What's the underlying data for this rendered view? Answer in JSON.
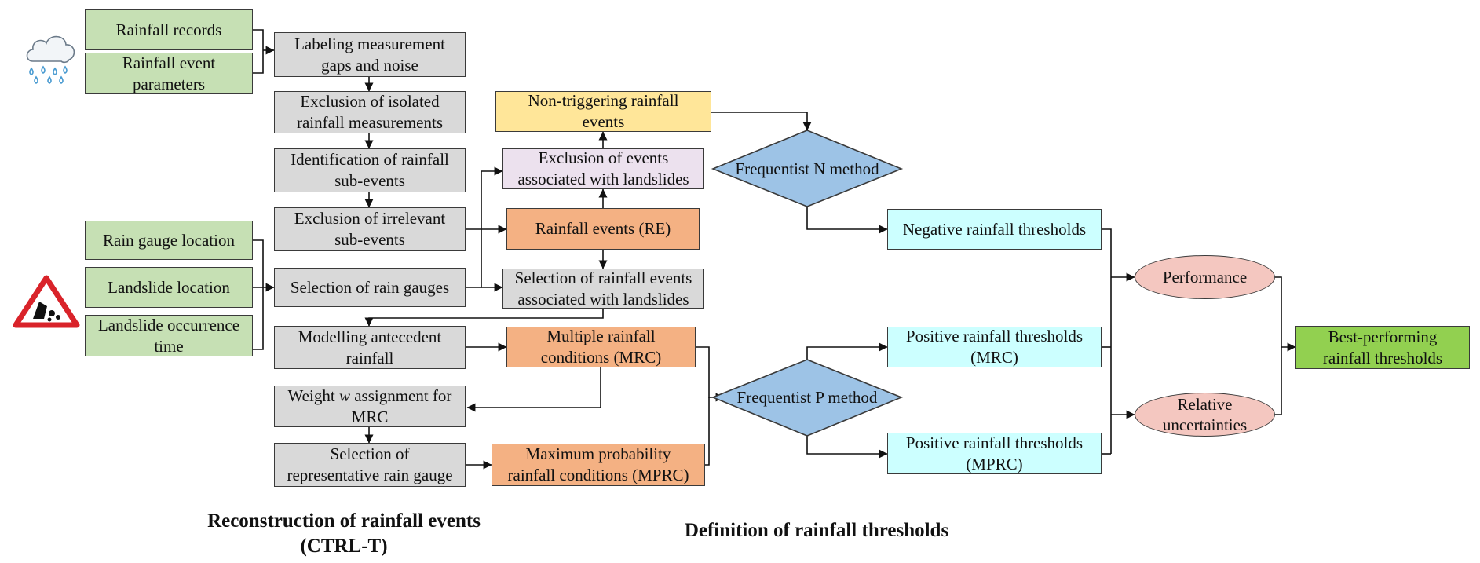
{
  "colors": {
    "input": "#c6e0b4",
    "process": "#d9d9d9",
    "result": "#f4b183",
    "non_triggering": "#ffe699",
    "exclusion": "#ece1ee",
    "threshold": "#ccffff",
    "best": "#92d050",
    "decision": "#9dc3e6",
    "evaluation": "#f4c7c0",
    "warning_sign": "#d9232a"
  },
  "icons": {
    "rain": "rain-cloud-icon",
    "landslide": "landslide-warning-icon"
  },
  "inputs": {
    "rainfall_records": "Rainfall records",
    "rainfall_event_parameters": "Rainfall event\nparameters",
    "rain_gauge_location": "Rain gauge location",
    "landslide_location": "Landslide location",
    "landslide_occurrence_time": "Landslide occurrence\ntime"
  },
  "reconstruction": {
    "labeling": "Labeling measurement\ngaps and noise",
    "exclusion_isolated": "Exclusion of isolated\nrainfall measurements",
    "identification": "Identification of rainfall\nsub-events",
    "exclusion_irrelevant": "Exclusion of irrelevant\nsub-events",
    "selection_gauges": "Selection of rain gauges",
    "modelling": "Modelling antecedent\nrainfall",
    "weight_prefix": "Weight ",
    "weight_var": "w",
    "weight_suffix": " assignment for\nMRC",
    "selection_representative": "Selection of\nrepresentative rain gauge",
    "non_triggering": "Non-triggering rainfall\nevents",
    "exclusion_landslide_events": "Exclusion of events\nassociated with landslides",
    "rainfall_events": "Rainfall events (RE)",
    "selection_landslide_events": "Selection of rainfall events\nassociated with landslides",
    "mrc": "Multiple rainfall\nconditions (MRC)",
    "mprc": "Maximum probability\nrainfall conditions (MPRC)"
  },
  "thresholds": {
    "freq_n": "Frequentist N method",
    "freq_p": "Frequentist P method",
    "negative": "Negative rainfall thresholds",
    "positive_mrc": "Positive rainfall thresholds\n(MRC)",
    "positive_mprc": "Positive rainfall thresholds\n(MPRC)",
    "performance": "Performance",
    "uncertainties": "Relative\nuncertainties",
    "best": "Best-performing\nrainfall thresholds"
  },
  "captions": {
    "reconstruction": "Reconstruction of rainfall events\n(CTRL-T)",
    "definition": "Definition of rainfall thresholds"
  }
}
